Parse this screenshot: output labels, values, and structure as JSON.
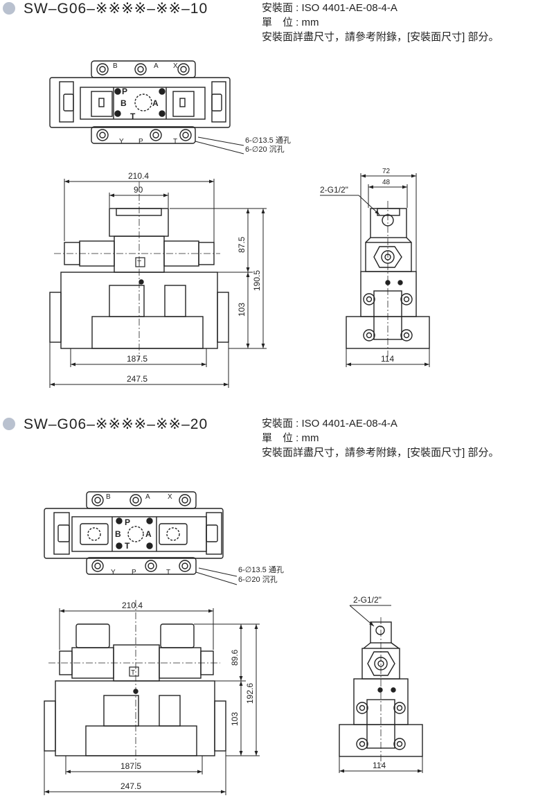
{
  "sections": [
    {
      "model": "SW–G06–※※※※–※※–10",
      "spec_mount": "安裝面 : ISO 4401-AE-08-4-A",
      "spec_unit": "單　位 : mm",
      "spec_ref": "安裝面詳盡尺寸，請參考附錄，[安裝面尺寸] 部分。",
      "port_top": [
        "B",
        "A",
        "X"
      ],
      "port_bottom": [
        "Y",
        "P",
        "T"
      ],
      "port_center": [
        "P",
        "B",
        "A",
        "T"
      ],
      "hole_note_1": "6-∅13.5 通孔",
      "hole_note_2": "6-∅20 沉孔",
      "front_marker": "T",
      "dim_total_width": "210.4",
      "dim_top": "90",
      "dim_upper_h": "87.5",
      "dim_lower_h": "103",
      "dim_total_h": "190.5",
      "dim_base": "187.5",
      "dim_overall": "247.5",
      "side_thread": "2-G1/2\"",
      "side_w1": "72",
      "side_w2": "48",
      "side_base": "114"
    },
    {
      "model": "SW–G06–※※※※–※※–20",
      "spec_mount": "安裝面 : ISO 4401-AE-08-4-A",
      "spec_unit": "單　位 : mm",
      "spec_ref": "安裝面詳盡尺寸，請參考附錄，[安裝面尺寸] 部分。",
      "port_top": [
        "B",
        "A",
        "X"
      ],
      "port_bottom": [
        "Y",
        "P",
        "T"
      ],
      "port_center": [
        "P",
        "B",
        "A",
        "T"
      ],
      "hole_note_1": "6-∅13.5 通孔",
      "hole_note_2": "6-∅20 沉孔",
      "front_marker": "T",
      "dim_total_width": "210.4",
      "dim_upper_h": "89.6",
      "dim_lower_h": "103",
      "dim_total_h": "192.6",
      "dim_base": "187.5",
      "dim_overall": "247.5",
      "side_thread": "2-G1/2\"",
      "side_base": "114"
    }
  ]
}
